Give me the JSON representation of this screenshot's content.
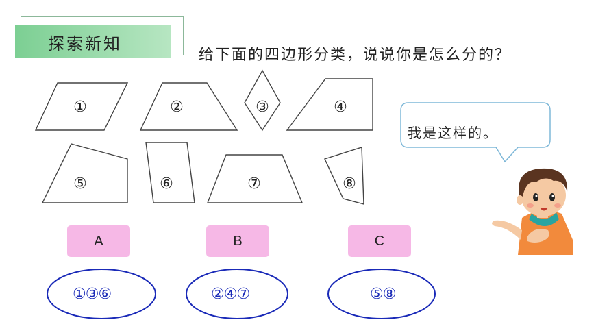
{
  "header": {
    "title": "探索新知"
  },
  "question": "给下面的四边形分类，说说你是怎么分的？",
  "shapes": [
    {
      "id": 1,
      "label": "①",
      "kind": "parallelogram"
    },
    {
      "id": 2,
      "label": "②",
      "kind": "trapezoid"
    },
    {
      "id": 3,
      "label": "③",
      "kind": "rhombus"
    },
    {
      "id": 4,
      "label": "④",
      "kind": "trapezoid"
    },
    {
      "id": 5,
      "label": "⑤",
      "kind": "quadrilateral"
    },
    {
      "id": 6,
      "label": "⑥",
      "kind": "parallelogram"
    },
    {
      "id": 7,
      "label": "⑦",
      "kind": "trapezoid"
    },
    {
      "id": 8,
      "label": "⑧",
      "kind": "quadrilateral"
    }
  ],
  "speech_bubble": "我是这样的。",
  "categories": [
    {
      "label": "A",
      "members": "①③⑥"
    },
    {
      "label": "B",
      "members": "②④⑦"
    },
    {
      "label": "C",
      "members": "⑤⑧"
    }
  ],
  "colors": {
    "category_fill": "#f6b8e6",
    "answer_ring": "#1a2ab8",
    "title_green": "#7ccf93"
  }
}
